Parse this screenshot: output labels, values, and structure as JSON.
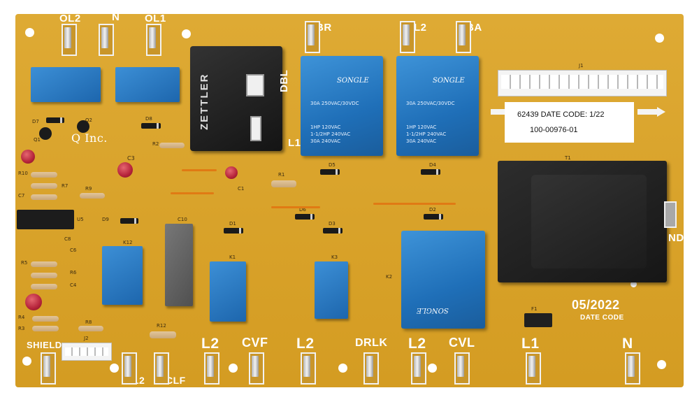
{
  "board": {
    "sticker": {
      "line1": "62439 DATE CODE:  1/22",
      "line2": "100-00976-01"
    },
    "date_code": {
      "value": "05/2022",
      "label": "DATE CODE"
    },
    "maker": "Q Inc.",
    "terminal_labels_top": [
      "OL2",
      "N",
      "OL1",
      "BR",
      "L2",
      "BA"
    ],
    "terminal_labels_bottom": [
      "SHIELD",
      "L2",
      "CLF",
      "L2",
      "CVF",
      "L2",
      "DRLK",
      "L2",
      "CVL",
      "L1",
      "N"
    ],
    "side_labels": {
      "dbl": "DBL",
      "l1": "L1",
      "nd": "ND"
    },
    "relays": {
      "songle_brand": "SONGLE",
      "songle_rating_lines": [
        "30A 250VAC/30VDC",
        "1HP 120VAC",
        "1-1/2HP 240VAC",
        "30A 240VAC"
      ],
      "zettler_brand": "ZETTLER"
    },
    "refs": {
      "j1": "J1",
      "j2": "J2",
      "t1": "T1",
      "c1": "C1",
      "c3": "C3",
      "c10": "C10",
      "k1": "K1",
      "k2": "K2",
      "k3": "K3",
      "k12": "K12",
      "r1": "R1",
      "r2": "R2",
      "r12": "R12",
      "d1": "D1",
      "d2": "D2",
      "d3": "D3",
      "d4": "D4",
      "d5": "D5",
      "d6": "D6",
      "d8": "D8",
      "d9": "D9",
      "q1": "Q1",
      "q2": "Q2",
      "f1": "F1",
      "u5": "U5",
      "r9": "R9",
      "r8": "R8",
      "r10": "R10",
      "r7": "R7",
      "c7": "C7",
      "r5": "R5",
      "r6": "R6",
      "c4": "C4",
      "c6": "C6",
      "c8": "C8",
      "r3": "R3",
      "r4": "R4",
      "d7": "D7"
    },
    "colors": {
      "pcb": "#d8a22a",
      "relay_blue": "#2a7cc7",
      "silkscreen": "#ffffff"
    }
  }
}
